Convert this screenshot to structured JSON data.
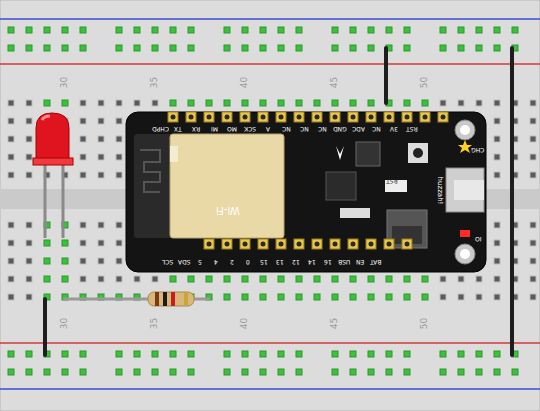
{
  "diagram": {
    "labels": [
      "30",
      "35",
      "40",
      "45",
      "50",
      "30",
      "35",
      "40",
      "45",
      "50",
      "CHPD",
      "TX",
      "RX",
      "MI",
      "MO",
      "SCK",
      "A",
      "NC",
      "NC",
      "NC",
      "GND",
      "ADC",
      "NC",
      "3V",
      "RST",
      "SCL",
      "SDA",
      "5",
      "4",
      "2",
      "0",
      "15",
      "13",
      "12",
      "14",
      "16",
      "USB",
      "EN",
      "BAT",
      "CHG",
      "RST",
      "huzzah!",
      "IO",
      "Wi-Fi"
    ]
  }
}
